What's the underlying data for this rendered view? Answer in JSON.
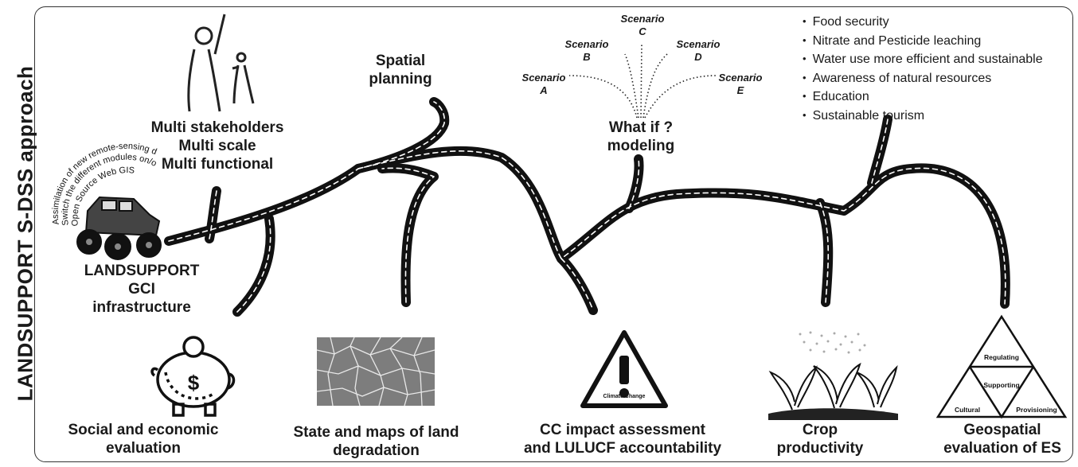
{
  "side_title": "LANDSUPPORT S-DSS approach",
  "stakeholders": {
    "line1": "Multi stakeholders",
    "line2": "Multi scale",
    "line3": "Multi functional"
  },
  "curved_text": {
    "line1": "Assimilation of new remote-sensing data",
    "line2": "Switch the different modules on/off",
    "line3": "Open Source Web GIS"
  },
  "gci": {
    "line1": "LANDSUPPORT GCI",
    "line2": "infrastructure"
  },
  "spatial_planning": {
    "line1": "Spatial",
    "line2": "planning"
  },
  "whatif": {
    "line1": "What if ?",
    "line2": "modeling",
    "scenarios": [
      {
        "word": "Scenario",
        "letter": "A"
      },
      {
        "word": "Scenario",
        "letter": "B"
      },
      {
        "word": "Scenario",
        "letter": "C"
      },
      {
        "word": "Scenario",
        "letter": "D"
      },
      {
        "word": "Scenario",
        "letter": "E"
      }
    ]
  },
  "benefits": [
    "Food security",
    "Nitrate and Pesticide leaching",
    "Water use more efficient and sustainable",
    "Awareness of natural resources",
    "Education",
    "Sustainable tourism"
  ],
  "bottom": {
    "social": {
      "line1": "Social and economic",
      "line2": "evaluation"
    },
    "degradation": {
      "line1": "State and maps of land",
      "line2": "degradation"
    },
    "cc": {
      "line1": "CC impact assessment",
      "line2": "and LULUCF accountability"
    },
    "crop": {
      "line1": "Crop",
      "line2": "productivity"
    },
    "es": {
      "line1": "Geospatial",
      "line2": "evaluation of ES"
    }
  },
  "piggy_symbol": "$",
  "warning_sign": {
    "mark": "!",
    "caption": "Climate Change"
  },
  "triangle": {
    "top": "Regulating",
    "middle": "Supporting",
    "left": "Cultural",
    "right": "Provisioning"
  },
  "icons": [
    "stakeholders-icon",
    "monster-truck-icon",
    "piggy-bank-icon",
    "cracked-soil-icon",
    "climate-warning-icon",
    "crop-plants-icon",
    "es-triangle-icon"
  ]
}
